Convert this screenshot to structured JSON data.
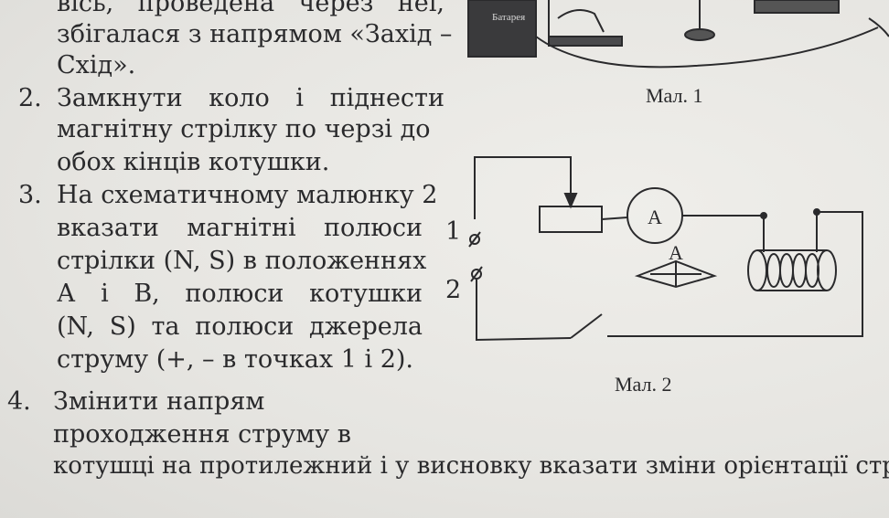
{
  "text": {
    "l0": [
      "вісь,",
      "проведена",
      "через",
      "неї,"
    ],
    "l1": "збігалася з напрямом «Захід –",
    "l2": "Схід».",
    "n2": "2.",
    "l3": [
      "Замкнути",
      "коло",
      "і",
      "піднести"
    ],
    "l4": "магнітну стрілку по черзі до",
    "l5": "обох кінців котушки.",
    "n3": "3.",
    "l6": "На схематичному малюнку 2",
    "l7": [
      "вказати",
      "магнітні",
      "полюси"
    ],
    "l8": "стрілки (N, S) в положеннях",
    "l9": [
      "А",
      "і",
      "В,",
      "полюси",
      "котушки"
    ],
    "l10": [
      "(N,",
      "S)",
      "та",
      "полюси",
      "джерела"
    ],
    "l11": "струму (+, – в точках 1 і 2).",
    "n4": "4.",
    "l12": "Змінити напрям",
    "l13": "проходження струму в",
    "l14": "котушці на протилежний і у висновку вказати зміни орієнтації стрі"
  },
  "figure1": {
    "battery_label": "Батарея",
    "caption": "Мал. 1"
  },
  "figure2": {
    "caption": "Мал. 2",
    "ammeter_label": "A",
    "needle_label": "A",
    "terminal_1": "1",
    "terminal_2": "2"
  },
  "colors": {
    "paper": "#e9e8e4",
    "ink": "#2a2a2c",
    "battery_box": "#3a3a3c"
  }
}
